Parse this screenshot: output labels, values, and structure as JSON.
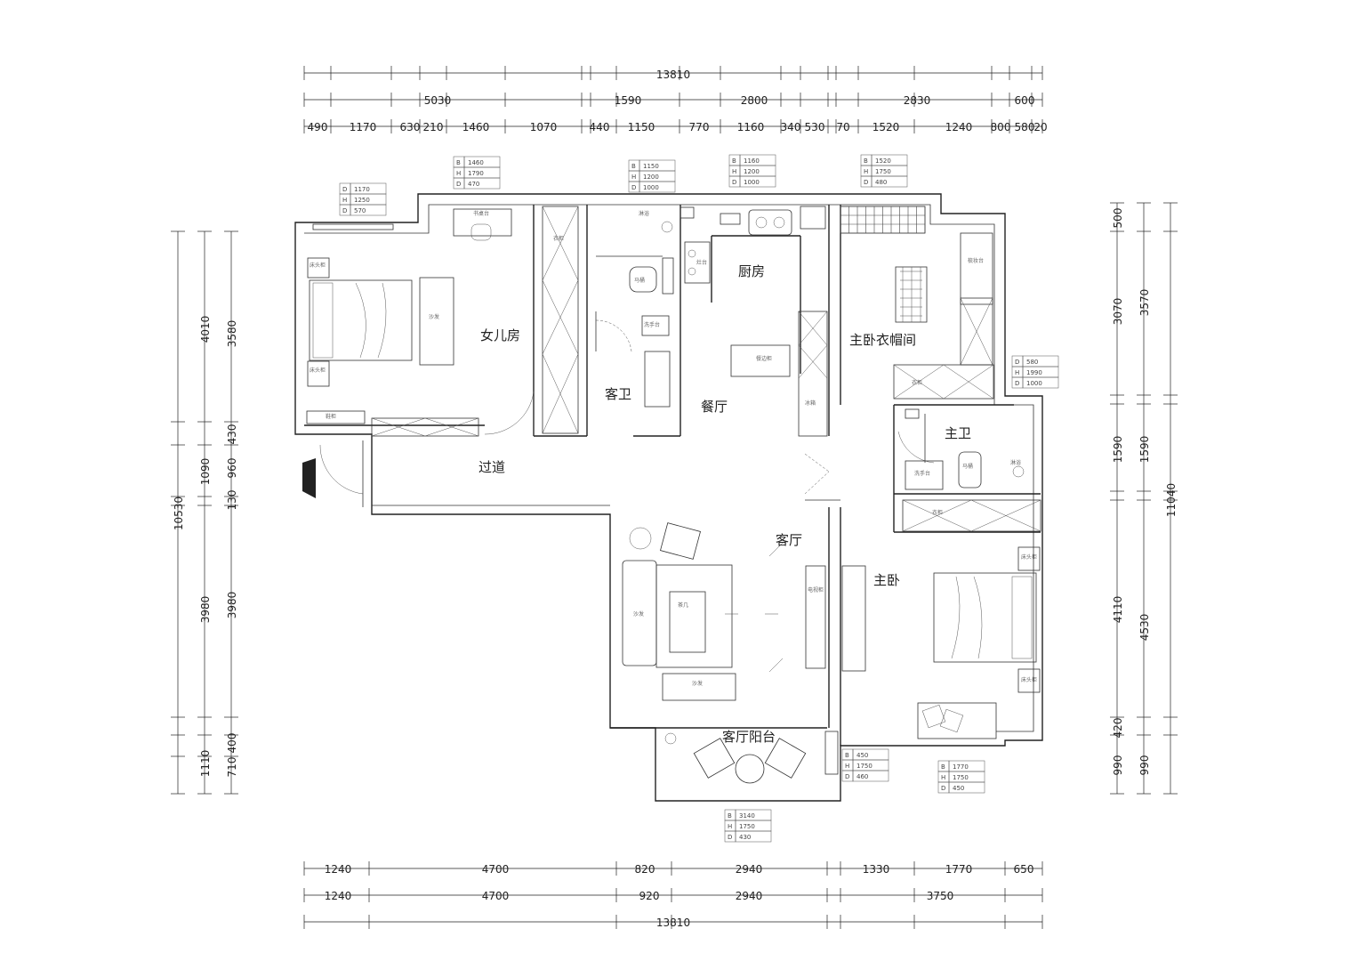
{
  "rooms": {
    "daughter": "女儿房",
    "guest_bath": "客卫",
    "kitchen": "厨房",
    "dining": "餐厅",
    "master_closet": "主卧衣帽间",
    "master_bath": "主卫",
    "corridor": "过道",
    "living": "客厅",
    "master_bed": "主卧",
    "balcony": "客厅阳台"
  },
  "dims": {
    "top_total": "13810",
    "top_mid": [
      "5030",
      "1590",
      "2800",
      "2830",
      "600"
    ],
    "top_small": [
      "490",
      "1170",
      "630",
      "210",
      "1460",
      "1070",
      "440",
      "1150",
      "770",
      "1160",
      "340",
      "530",
      "70",
      "1520",
      "1240",
      "800",
      "580",
      "20"
    ],
    "bottom_row1": [
      "1240",
      "4700",
      "820",
      "2940",
      "1330",
      "1770",
      "650"
    ],
    "bottom_row2": [
      "1240",
      "4700",
      "920",
      "2940",
      "3750"
    ],
    "bottom_total": "13810",
    "left_outer": "10530",
    "left_mid": [
      "4010",
      "1090",
      "3980",
      "1110"
    ],
    "left_inner": [
      "3580",
      "430",
      "960",
      "130",
      "3980",
      "400",
      "710"
    ],
    "right_inner": [
      "500",
      "3070",
      "1590",
      "4110",
      "420",
      "990"
    ],
    "right_mid": [
      "3570",
      "1590",
      "4530",
      "990"
    ],
    "right_total": "11040"
  },
  "spec_tables": [
    {
      "rows": [
        [
          "D",
          "1170"
        ],
        [
          "H",
          "1250"
        ],
        [
          "D",
          "570"
        ]
      ]
    },
    {
      "rows": [
        [
          "B",
          "1460"
        ],
        [
          "H",
          "1790"
        ],
        [
          "D",
          "470"
        ]
      ]
    },
    {
      "rows": [
        [
          "B",
          "1150"
        ],
        [
          "H",
          "1200"
        ],
        [
          "D",
          "1000"
        ]
      ]
    },
    {
      "rows": [
        [
          "B",
          "1160"
        ],
        [
          "H",
          "1200"
        ],
        [
          "D",
          "1000"
        ]
      ]
    },
    {
      "rows": [
        [
          "B",
          "1520"
        ],
        [
          "H",
          "1750"
        ],
        [
          "D",
          "480"
        ]
      ]
    },
    {
      "rows": [
        [
          "D",
          "580"
        ],
        [
          "H",
          "1990"
        ],
        [
          "D",
          "1000"
        ]
      ]
    },
    {
      "rows": [
        [
          "B",
          "450"
        ],
        [
          "H",
          "1750"
        ],
        [
          "D",
          "460"
        ]
      ]
    },
    {
      "rows": [
        [
          "B",
          "1770"
        ],
        [
          "H",
          "1750"
        ],
        [
          "D",
          "450"
        ]
      ]
    },
    {
      "rows": [
        [
          "B",
          "3140"
        ],
        [
          "H",
          "1750"
        ],
        [
          "D",
          "430"
        ]
      ]
    }
  ],
  "furniture": {
    "daughter_desk": "书桌台",
    "daughter_sofa": "沙发",
    "nightstand": "床头柜",
    "wardrobe": "衣柜",
    "shoe_cabinet": "鞋柜",
    "toilet": "马桶",
    "vanity": "洗手台",
    "shower": "淋浴",
    "fridge": "冰箱",
    "stove": "灶台",
    "sideboard": "餐边柜",
    "coffee_table": "茶几",
    "tv_cabinet": "电视柜",
    "sofa": "沙发",
    "dressing_table": "梳妆台",
    "closet_cabinet": "衣柜"
  }
}
